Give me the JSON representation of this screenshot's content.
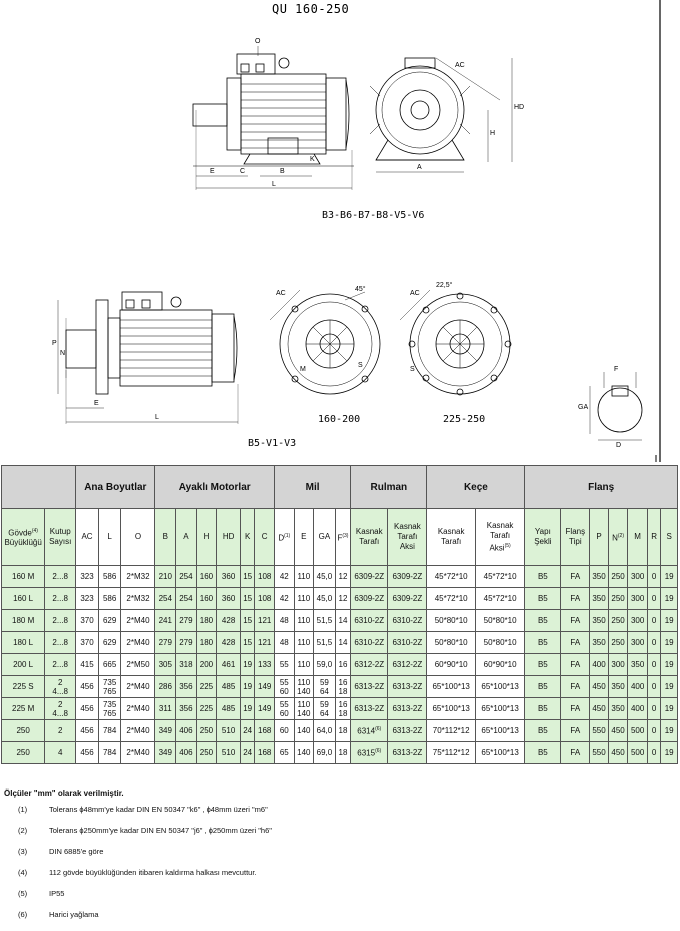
{
  "drawing": {
    "title": "QU 160-250",
    "view1_caption": "B3-B6-B7-B8-V5-V6",
    "view2_caption": "B5-V1-V3",
    "flange_caption_1": "160-200",
    "flange_caption_2": "225-250",
    "dims": {
      "O": "O",
      "AC": "AC",
      "HD": "HD",
      "H": "H",
      "A": "A",
      "E": "E",
      "C": "C",
      "B": "B",
      "L": "L",
      "K": "K",
      "P": "P",
      "N": "N",
      "M": "M",
      "S": "S",
      "F": "F",
      "GA": "GA",
      "D": "D",
      "deg45": "45°",
      "deg225": "22,5°"
    }
  },
  "table": {
    "groups": {
      "main": "Ana Boyutlar",
      "foot": "Ayaklı Motorlar",
      "shaft": "Mil",
      "bearing": "Rulman",
      "seal": "Keçe",
      "flange": "Flanş"
    },
    "headers": {
      "frame": "Gövde",
      "frame2": "Büyüklüğü",
      "frame_note": "(4)",
      "poles": "Kutup",
      "poles2": "Sayısı",
      "AC": "AC",
      "L": "L",
      "O": "O",
      "B": "B",
      "A": "A",
      "H": "H",
      "HD": "HD",
      "K": "K",
      "C": "C",
      "D": "D",
      "D_note": "(1)",
      "E": "E",
      "GA": "GA",
      "F": "F",
      "F_note": "(3)",
      "bear_drive1": "Kasnak",
      "bear_drive2": "Tarafı",
      "bear_nd1": "Kasnak",
      "bear_nd2": "Tarafı",
      "bear_nd3": "Aksi",
      "seal_drive1": "Kasnak",
      "seal_drive2": "Tarafı",
      "seal_nd1": "Kasnak",
      "seal_nd2": "Tarafı",
      "seal_nd3": "Aksi",
      "seal_nd_note": "(5)",
      "mount1": "Yapı",
      "mount2": "Şekli",
      "ftype1": "Flanş",
      "ftype2": "Tipi",
      "P": "P",
      "N": "N",
      "N_note": "(2)",
      "M": "M",
      "R": "R",
      "S": "S"
    },
    "rows": [
      {
        "frame": "160 M",
        "poles": [
          "2...8"
        ],
        "AC": "323",
        "L": [
          "586"
        ],
        "O": "2*M32",
        "B": "210",
        "A": "254",
        "H": "160",
        "HD": "360",
        "K": "15",
        "C": "108",
        "D": [
          "42"
        ],
        "E": [
          "110"
        ],
        "GA": [
          "45,0"
        ],
        "F": [
          "12"
        ],
        "bd": "6309-2Z",
        "bd_note": "",
        "bn": "6309-2Z",
        "sd": "45*72*10",
        "sn": "45*72*10",
        "mount": "B5",
        "ftype": "FA",
        "P": "350",
        "N": "250",
        "M": "300",
        "R": "0",
        "S": "19"
      },
      {
        "frame": "160 L",
        "poles": [
          "2...8"
        ],
        "AC": "323",
        "L": [
          "586"
        ],
        "O": "2*M32",
        "B": "254",
        "A": "254",
        "H": "160",
        "HD": "360",
        "K": "15",
        "C": "108",
        "D": [
          "42"
        ],
        "E": [
          "110"
        ],
        "GA": [
          "45,0"
        ],
        "F": [
          "12"
        ],
        "bd": "6309-2Z",
        "bd_note": "",
        "bn": "6309-2Z",
        "sd": "45*72*10",
        "sn": "45*72*10",
        "mount": "B5",
        "ftype": "FA",
        "P": "350",
        "N": "250",
        "M": "300",
        "R": "0",
        "S": "19"
      },
      {
        "frame": "180 M",
        "poles": [
          "2...8"
        ],
        "AC": "370",
        "L": [
          "629"
        ],
        "O": "2*M40",
        "B": "241",
        "A": "279",
        "H": "180",
        "HD": "428",
        "K": "15",
        "C": "121",
        "D": [
          "48"
        ],
        "E": [
          "110"
        ],
        "GA": [
          "51,5"
        ],
        "F": [
          "14"
        ],
        "bd": "6310-2Z",
        "bd_note": "",
        "bn": "6310-2Z",
        "sd": "50*80*10",
        "sn": "50*80*10",
        "mount": "B5",
        "ftype": "FA",
        "P": "350",
        "N": "250",
        "M": "300",
        "R": "0",
        "S": "19"
      },
      {
        "frame": "180 L",
        "poles": [
          "2...8"
        ],
        "AC": "370",
        "L": [
          "629"
        ],
        "O": "2*M40",
        "B": "279",
        "A": "279",
        "H": "180",
        "HD": "428",
        "K": "15",
        "C": "121",
        "D": [
          "48"
        ],
        "E": [
          "110"
        ],
        "GA": [
          "51,5"
        ],
        "F": [
          "14"
        ],
        "bd": "6310-2Z",
        "bd_note": "",
        "bn": "6310-2Z",
        "sd": "50*80*10",
        "sn": "50*80*10",
        "mount": "B5",
        "ftype": "FA",
        "P": "350",
        "N": "250",
        "M": "300",
        "R": "0",
        "S": "19"
      },
      {
        "frame": "200 L",
        "poles": [
          "2...8"
        ],
        "AC": "415",
        "L": [
          "665"
        ],
        "O": "2*M50",
        "B": "305",
        "A": "318",
        "H": "200",
        "HD": "461",
        "K": "19",
        "C": "133",
        "D": [
          "55"
        ],
        "E": [
          "110"
        ],
        "GA": [
          "59,0"
        ],
        "F": [
          "16"
        ],
        "bd": "6312-2Z",
        "bd_note": "",
        "bn": "6312-2Z",
        "sd": "60*90*10",
        "sn": "60*90*10",
        "mount": "B5",
        "ftype": "FA",
        "P": "400",
        "N": "300",
        "M": "350",
        "R": "0",
        "S": "19"
      },
      {
        "frame": "225 S",
        "poles": [
          "2",
          "4...8"
        ],
        "AC": "456",
        "L": [
          "735",
          "765"
        ],
        "O": "2*M40",
        "B": "286",
        "A": "356",
        "H": "225",
        "HD": "485",
        "K": "19",
        "C": "149",
        "D": [
          "55",
          "60"
        ],
        "E": [
          "110",
          "140"
        ],
        "GA": [
          "59",
          "64"
        ],
        "F": [
          "16",
          "18"
        ],
        "bd": "6313-2Z",
        "bd_note": "",
        "bn": "6313-2Z",
        "sd": "65*100*13",
        "sn": "65*100*13",
        "mount": "B5",
        "ftype": "FA",
        "P": "450",
        "N": "350",
        "M": "400",
        "R": "0",
        "S": "19"
      },
      {
        "frame": "225 M",
        "poles": [
          "2",
          "4...8"
        ],
        "AC": "456",
        "L": [
          "735",
          "765"
        ],
        "O": "2*M40",
        "B": "311",
        "A": "356",
        "H": "225",
        "HD": "485",
        "K": "19",
        "C": "149",
        "D": [
          "55",
          "60"
        ],
        "E": [
          "110",
          "140"
        ],
        "GA": [
          "59",
          "64"
        ],
        "F": [
          "16",
          "18"
        ],
        "bd": "6313-2Z",
        "bd_note": "",
        "bn": "6313-2Z",
        "sd": "65*100*13",
        "sn": "65*100*13",
        "mount": "B5",
        "ftype": "FA",
        "P": "450",
        "N": "350",
        "M": "400",
        "R": "0",
        "S": "19"
      },
      {
        "frame": "250",
        "poles": [
          "2"
        ],
        "AC": "456",
        "L": [
          "784"
        ],
        "O": "2*M40",
        "B": "349",
        "A": "406",
        "H": "250",
        "HD": "510",
        "K": "24",
        "C": "168",
        "D": [
          "60"
        ],
        "E": [
          "140"
        ],
        "GA": [
          "64,0"
        ],
        "F": [
          "18"
        ],
        "bd": "6314",
        "bd_note": "(6)",
        "bn": "6313-2Z",
        "sd": "70*112*12",
        "sn": "65*100*13",
        "mount": "B5",
        "ftype": "FA",
        "P": "550",
        "N": "450",
        "M": "500",
        "R": "0",
        "S": "19"
      },
      {
        "frame": "250",
        "poles": [
          "4"
        ],
        "AC": "456",
        "L": [
          "784"
        ],
        "O": "2*M40",
        "B": "349",
        "A": "406",
        "H": "250",
        "HD": "510",
        "K": "24",
        "C": "168",
        "D": [
          "65"
        ],
        "E": [
          "140"
        ],
        "GA": [
          "69,0"
        ],
        "F": [
          "18"
        ],
        "bd": "6315",
        "bd_note": "(6)",
        "bn": "6313-2Z",
        "sd": "75*112*12",
        "sn": "65*100*13",
        "mount": "B5",
        "ftype": "FA",
        "P": "550",
        "N": "450",
        "M": "500",
        "R": "0",
        "S": "19"
      }
    ]
  },
  "notes": {
    "title": "Ölçüler \"mm\" olarak verilmiştir.",
    "items": [
      {
        "num": "(1)",
        "text": "Tolerans ɸ48mm'ye kadar DIN EN 50347 \"k6\" , ɸ48mm üzeri \"m6\""
      },
      {
        "num": "(2)",
        "text": "Tolerans ɸ250mm'ye kadar DIN EN 50347 \"j6\" , ɸ250mm üzeri \"h6\""
      },
      {
        "num": "(3)",
        "text": "DIN 6885'e göre"
      },
      {
        "num": "(4)",
        "text": "112 gövde büyüklüğünden itibaren kaldırma halkası mevcuttur."
      },
      {
        "num": "(5)",
        "text": "IP55"
      },
      {
        "num": "(6)",
        "text": "Harici yağlama"
      }
    ]
  }
}
